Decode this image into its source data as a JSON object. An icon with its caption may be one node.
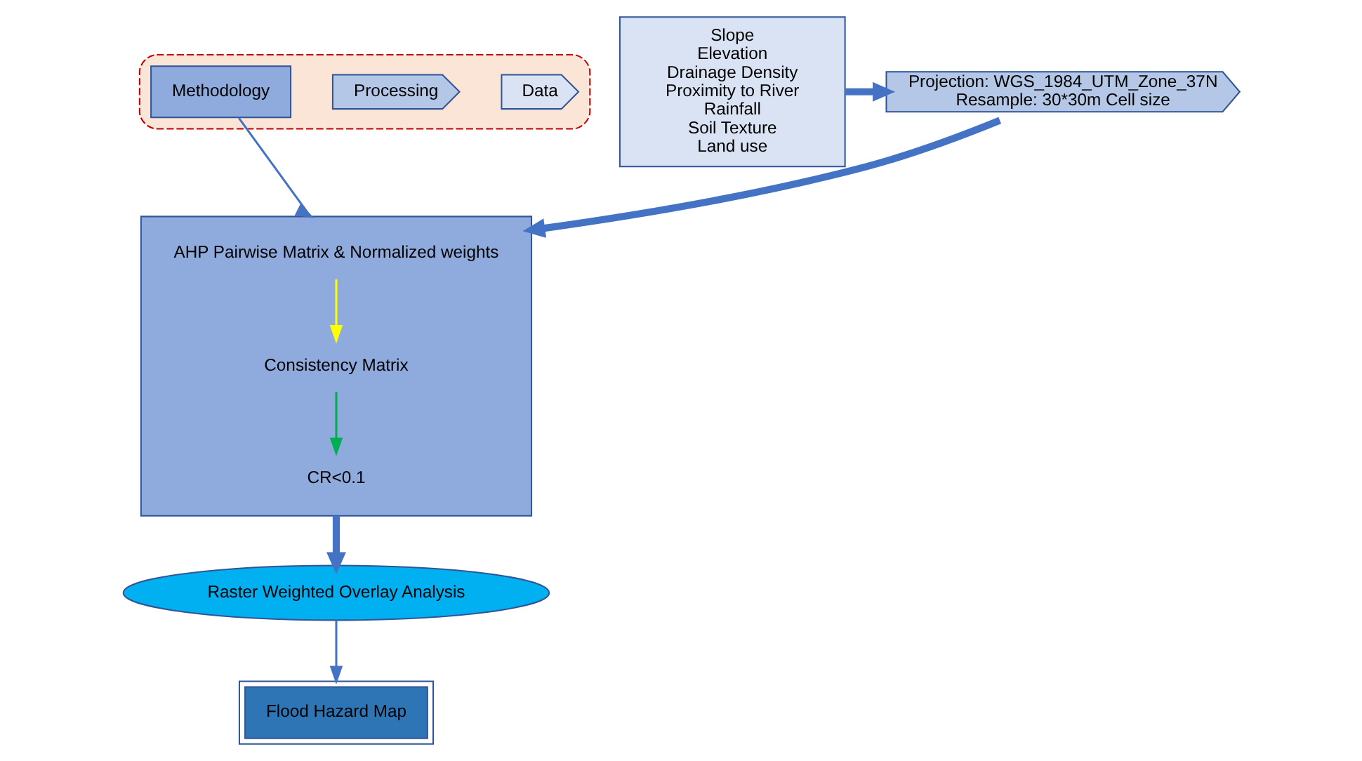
{
  "diagram": {
    "nodes": [
      {
        "text": [],
        "shape": "band"
      },
      {
        "text": [
          "Data"
        ],
        "in": 0
      },
      {
        "text": [
          "Processing"
        ],
        "in": 0
      },
      {
        "text": [
          "Methodology"
        ],
        "in": 0
      },
      {
        "text": [
          "Slope",
          "Elevation",
          "Drainage Density",
          "Proximity to River",
          "Rainfall",
          "Soil Texture",
          "Land use"
        ]
      },
      {
        "text": [
          "Projection: WGS_1984_UTM_Zone_37N",
          "Resample: 30*30m Cell size"
        ]
      },
      {
        "text": [],
        "shape": "box"
      },
      {
        "text": [
          "AHP Pairwise Matrix & Normalized weights"
        ],
        "in": 6
      },
      {
        "text": [
          "Consistency Matrix"
        ],
        "in": 6
      },
      {
        "text": [
          "CR<0.1"
        ],
        "in": 6
      },
      {
        "text": [
          "Raster Weighted Overlay Analysis"
        ]
      },
      {
        "text": [
          "Flood Hazard Map"
        ]
      }
    ],
    "edges": [
      {
        "from": 4,
        "to": 5,
        "arrow": "to",
        "style": "thick"
      },
      {
        "from": 5,
        "to": 6,
        "arrow": "to",
        "style": "thick"
      },
      {
        "from": 3,
        "to": 6,
        "arrow": "to"
      },
      {
        "from": 7,
        "to": 8,
        "arrow": "to",
        "color": "#ffff00"
      },
      {
        "from": 8,
        "to": 9,
        "arrow": "to",
        "color": "#00b050"
      },
      {
        "from": 6,
        "to": 10,
        "arrow": "to",
        "style": "thick"
      },
      {
        "from": 10,
        "to": 11,
        "arrow": "to"
      }
    ]
  }
}
